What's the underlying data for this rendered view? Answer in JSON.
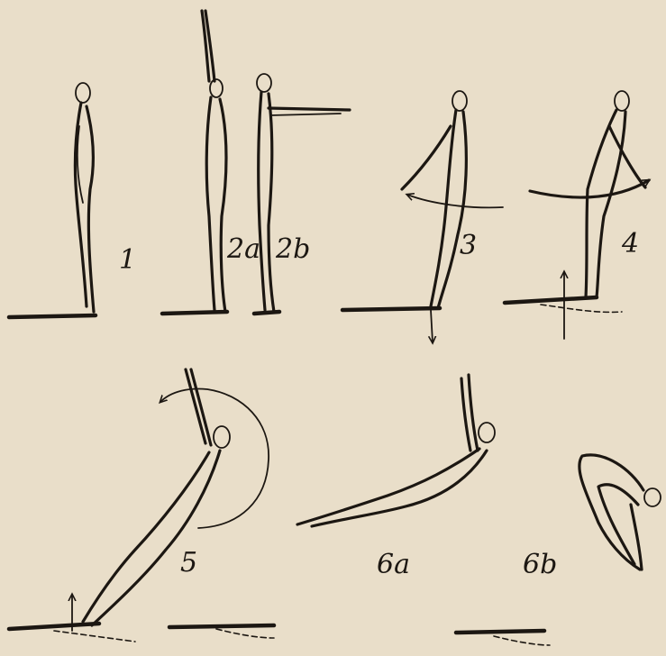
{
  "figure": {
    "background_color": "#e9dec9",
    "ink_color": "#1c1712",
    "labels": {
      "f1": "1",
      "f2a": "2a",
      "f2b": "2b",
      "f3": "3",
      "f4": "4",
      "f5": "5",
      "f6a": "6a",
      "f6b": "6b"
    }
  }
}
